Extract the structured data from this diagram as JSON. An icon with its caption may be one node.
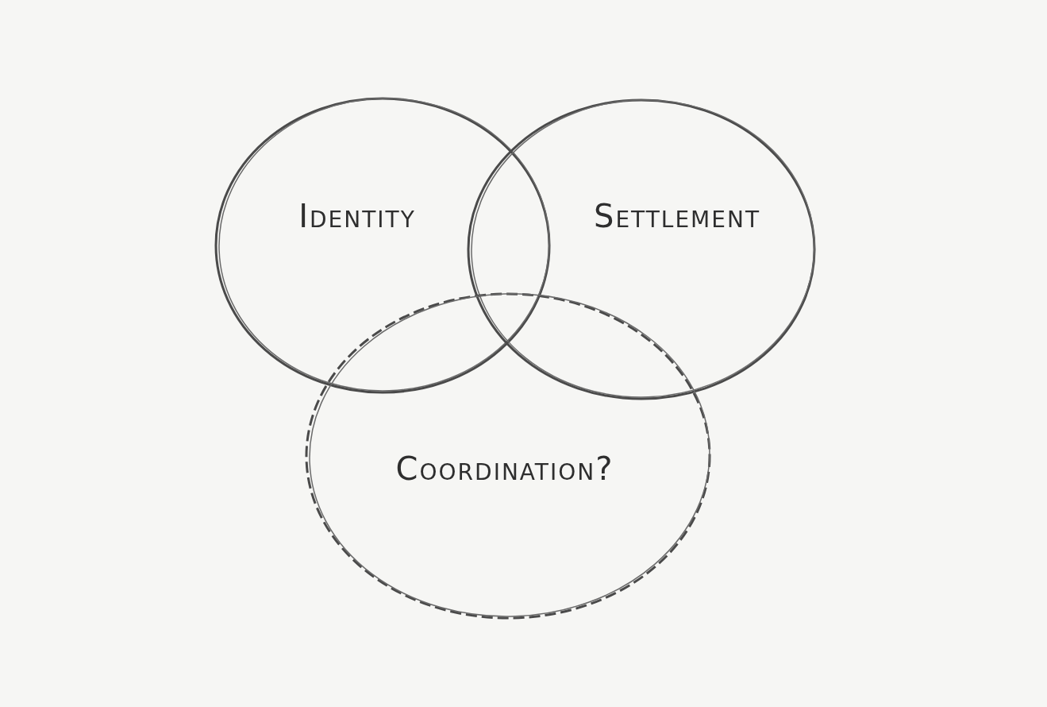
{
  "diagram": {
    "nodes": [
      {
        "text": [
          "Identity"
        ]
      },
      {
        "text": [
          "Settlement"
        ]
      },
      {
        "text": [
          "Coordination?"
        ]
      }
    ]
  }
}
